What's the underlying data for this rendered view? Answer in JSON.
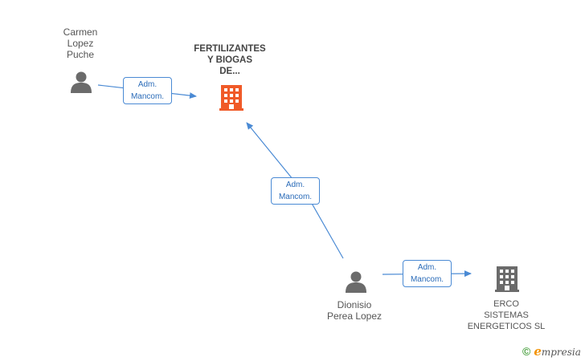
{
  "colors": {
    "edge": "#4a8ad4",
    "person_icon": "#6b6b6b",
    "company_main": "#f05a28",
    "company": "#6b6b6b",
    "brand_accent": "#f39200",
    "copyright": "#4aa040"
  },
  "nodes": {
    "carmen": {
      "label_lines": [
        "Carmen",
        "Lopez",
        "Puche"
      ],
      "icon": "person-icon"
    },
    "fertilizantes": {
      "label_lines": [
        "FERTILIZANTES",
        "Y BIOGAS",
        "DE..."
      ],
      "icon": "building-icon"
    },
    "dionisio": {
      "label_lines": [
        "Dionisio",
        "Perea Lopez"
      ],
      "icon": "person-icon"
    },
    "erco": {
      "label_lines": [
        "ERCO",
        "SISTEMAS",
        "ENERGETICOS SL"
      ],
      "icon": "building-icon"
    }
  },
  "edges": [
    {
      "from": "carmen",
      "to": "fertilizantes",
      "label_lines": [
        "Adm.",
        "Mancom."
      ]
    },
    {
      "from": "dionisio",
      "to": "fertilizantes",
      "label_lines": [
        "Adm.",
        "Mancom."
      ]
    },
    {
      "from": "dionisio",
      "to": "erco",
      "label_lines": [
        "Adm.",
        "Mancom."
      ]
    }
  ],
  "footer": {
    "copyright_symbol": "©",
    "brand_initial": "e",
    "brand_rest": "mpresia"
  }
}
